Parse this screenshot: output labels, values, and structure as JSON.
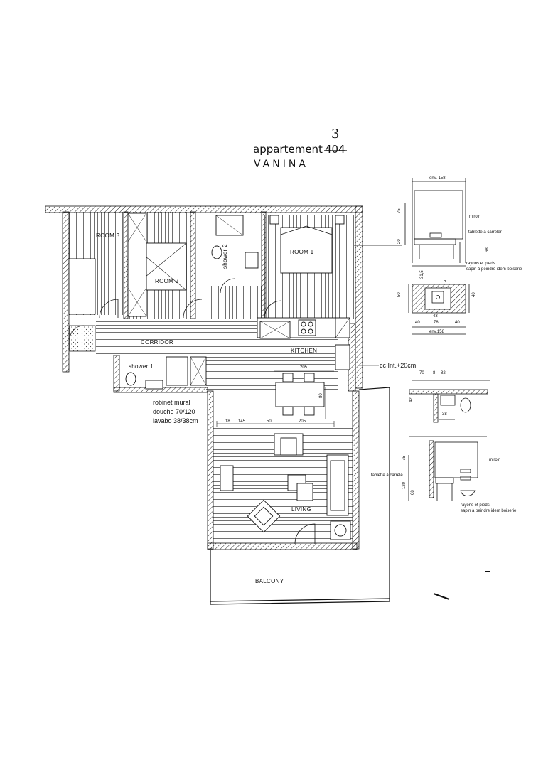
{
  "title": {
    "prefix": "appartement",
    "struck_number": "404",
    "handwritten_number": "3",
    "name": "VANINA"
  },
  "rooms": {
    "room3": "ROOM 3",
    "room2": "ROOM 2",
    "room1": "ROOM 1",
    "shower2": "shower 2",
    "shower1": "shower 1",
    "corridor": "CORRIDOR",
    "kitchen": "KITCHEN",
    "living": "LIVING",
    "balcony": "BALCONY"
  },
  "notes": {
    "cc": "cc Int.+20cm",
    "robinet_line1": "robinet mural",
    "robinet_line2": "douche 70/120",
    "robinet_line3": "lavabo 38/38cm",
    "tablette_side": "tablette à carrelé"
  },
  "dimensions": {
    "d205_top": "205",
    "d80": "80",
    "d18": "18",
    "d145": "145",
    "d50": "50",
    "d205_bottom": "205"
  },
  "detail_top": {
    "env_top": "env. 158",
    "d75": "75",
    "d20": "20",
    "d68": "68",
    "miroir": "miroir",
    "tablette": "tablette à carreler",
    "rayons1": "rayons et pieds",
    "rayons2": "sapin à peindre idem boiserie"
  },
  "detail_mid": {
    "d31_5": "31,5",
    "d5": "5",
    "d50": "50",
    "d40_right": "40",
    "d43": "43",
    "d40_left": "40",
    "d78": "78",
    "d40_b": "40",
    "env_bottom": "env.158"
  },
  "detail_bottom": {
    "d70": "70",
    "d8": "8",
    "d82": "82",
    "d42": "42",
    "d38": "38",
    "d75": "75",
    "d120": "120",
    "d68": "68",
    "miroir": "miroir",
    "rayons1": "rayons et pieds",
    "rayons2": "sapin à peindre idem boiserie"
  }
}
